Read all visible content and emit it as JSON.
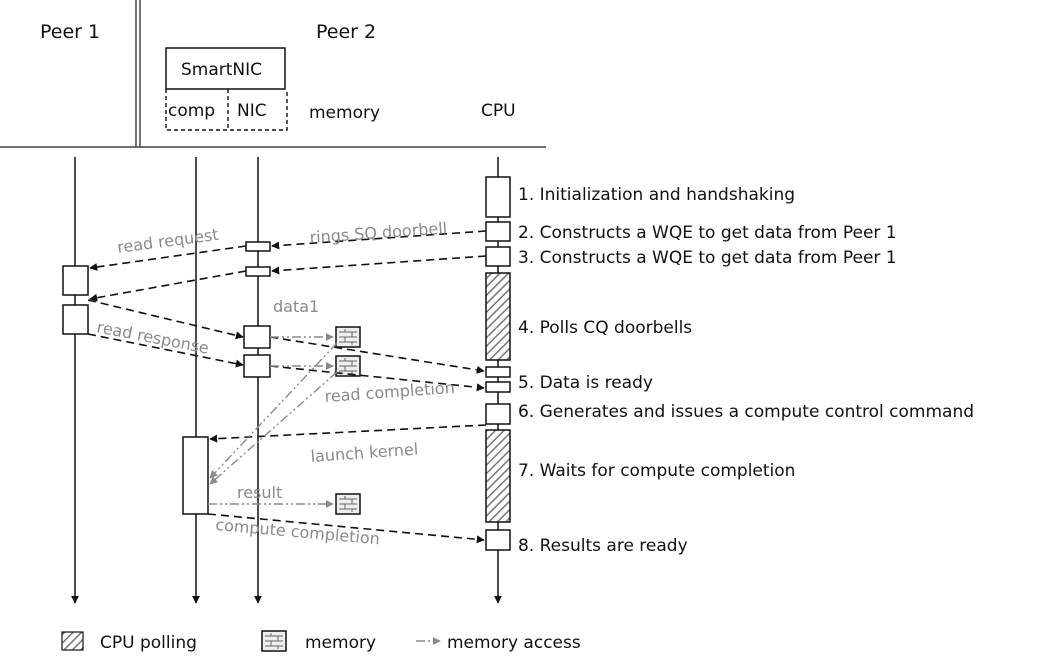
{
  "header": {
    "peer1": "Peer 1",
    "peer2": "Peer 2",
    "smartnic": "SmartNIC",
    "comp": "comp",
    "nic": "NIC",
    "memory": "memory",
    "cpu": "CPU"
  },
  "steps": [
    "1. Initialization and handshaking",
    "2. Constructs a WQE to get data from Peer 1",
    "3. Constructs a WQE to get data from Peer 1",
    "4. Polls CQ doorbells",
    "5. Data is ready",
    "6. Generates and issues a compute control command",
    "7. Waits for compute completion",
    "8. Results are ready"
  ],
  "labels": {
    "read_request": "read request",
    "rings_sq_doorbell": "rings SQ doorbell",
    "data1": "data1",
    "read_response": "read response",
    "read_completion": "read completion",
    "launch_kernel": "launch kernel",
    "result": "result",
    "compute_completion": "compute completion"
  },
  "legend": {
    "cpu_polling": "CPU polling",
    "memory": "memory",
    "memory_access": "memory access"
  },
  "icons": {
    "memory": "memory-icon",
    "polling": "hatched-box-icon",
    "memory_access": "dash-dot-arrow-icon"
  }
}
